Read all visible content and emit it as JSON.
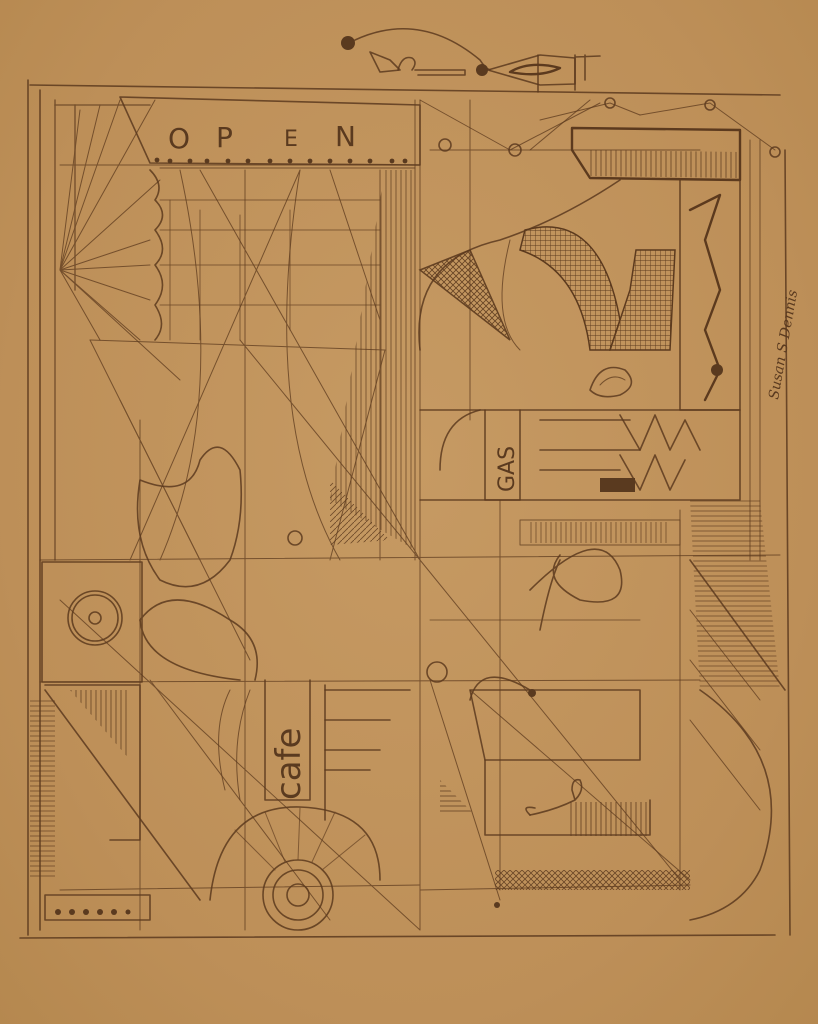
{
  "artwork": {
    "medium": "ink sketch on tan paper",
    "paper_color": "#c0925c",
    "ink_color": "#5c3a1e",
    "signs": {
      "open_letters": [
        "O",
        "P",
        "E",
        "N"
      ],
      "gas": "GAS",
      "cafe": "cafe"
    },
    "signature": "Susan S Dennis"
  }
}
